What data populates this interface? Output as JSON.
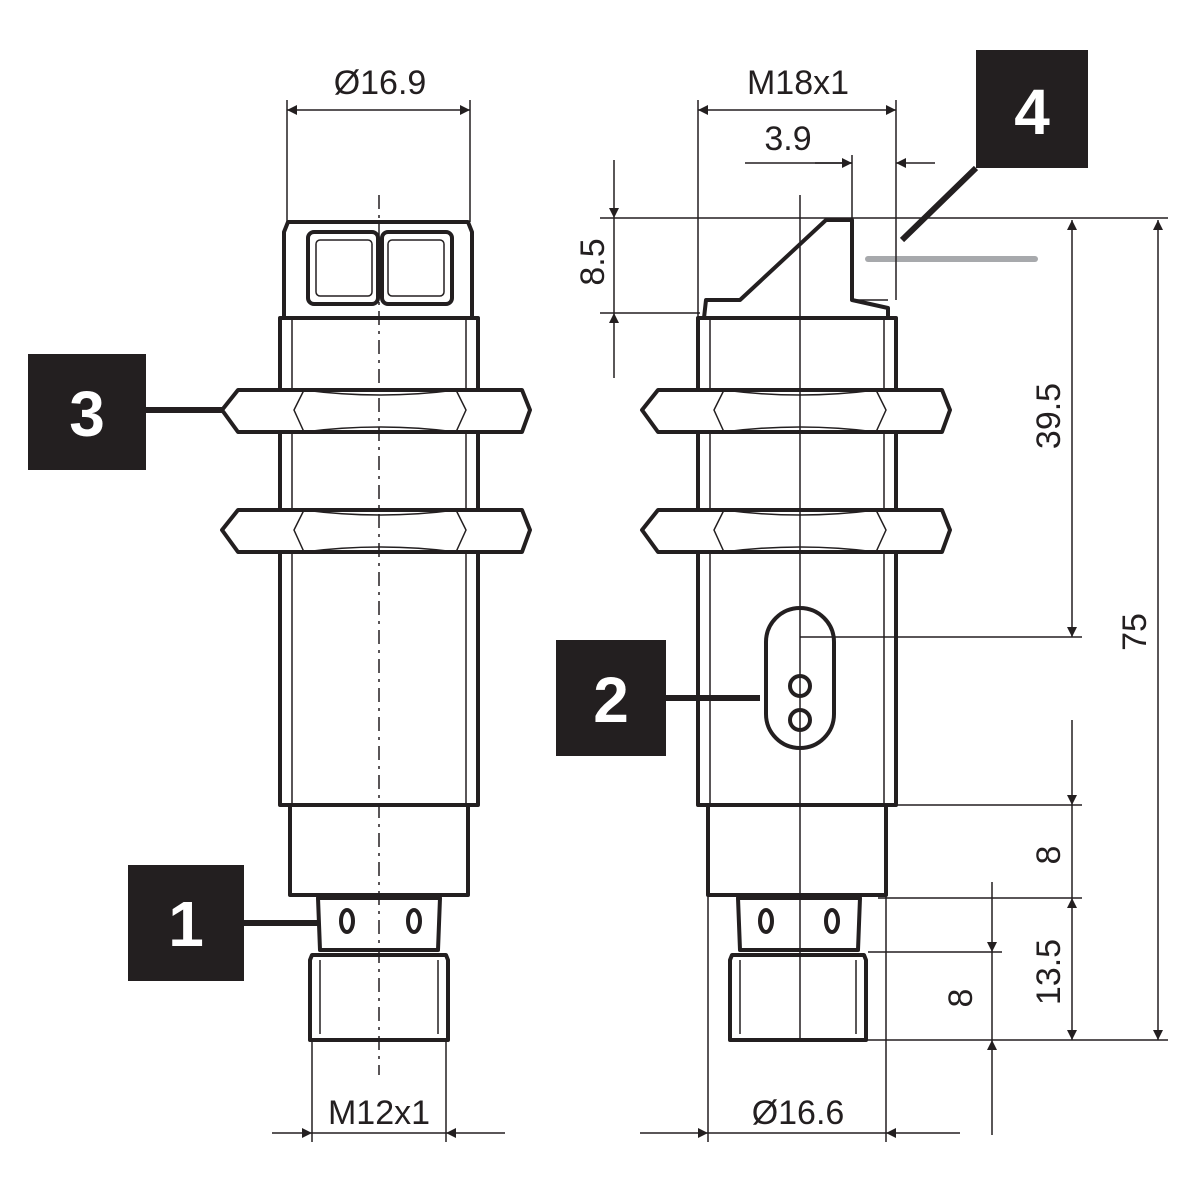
{
  "dimensions": {
    "left_top_diameter": "Ø16.9",
    "left_bottom_thread": "M12x1",
    "right_top_thread": "M18x1",
    "right_top_offset": "3.9",
    "right_head_height": "8.5",
    "right_led_distance": "39.5",
    "right_total_length": "75",
    "right_body_end": "8",
    "right_connector_length": "13.5",
    "right_connector_cap": "8",
    "right_bottom_diameter": "Ø16.6"
  },
  "callouts": {
    "connector": "1",
    "led_indicator": "2",
    "lock_nut": "3",
    "sensing_face": "4"
  },
  "colors": {
    "line": "#231f20",
    "callout_bg": "#231f20",
    "callout_text": "#ffffff",
    "light_beam": "#a7a9ac"
  }
}
